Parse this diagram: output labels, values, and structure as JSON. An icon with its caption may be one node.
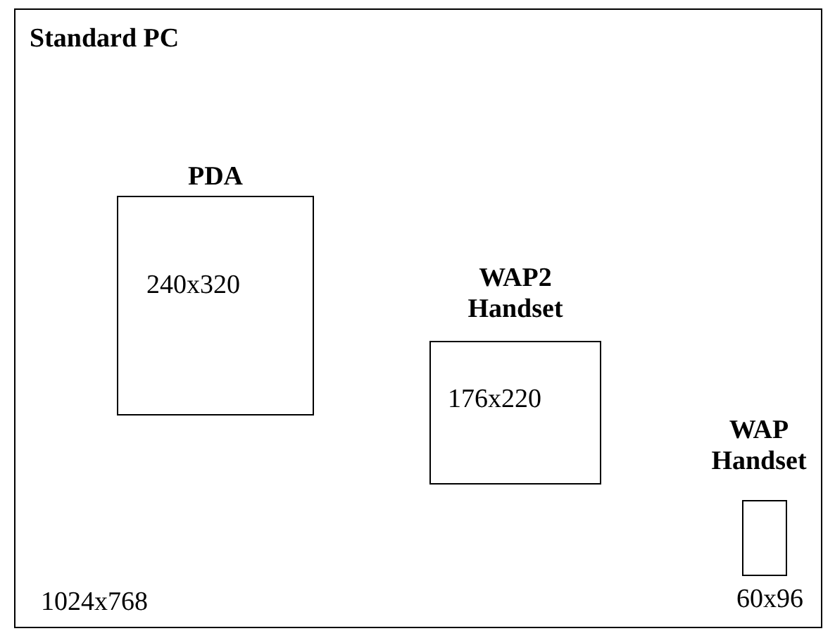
{
  "diagram": {
    "nodes": [
      {
        "text": [
          "Standard PC",
          "1024x768"
        ]
      },
      {
        "text": [
          "PDA",
          "240x320"
        ],
        "in": 0
      },
      {
        "text": [
          "WAP2 Handset",
          "176x220"
        ],
        "in": 0
      },
      {
        "text": [
          "WAP Handset"
        ],
        "beside": [
          "60x96"
        ],
        "in": 0
      }
    ]
  }
}
